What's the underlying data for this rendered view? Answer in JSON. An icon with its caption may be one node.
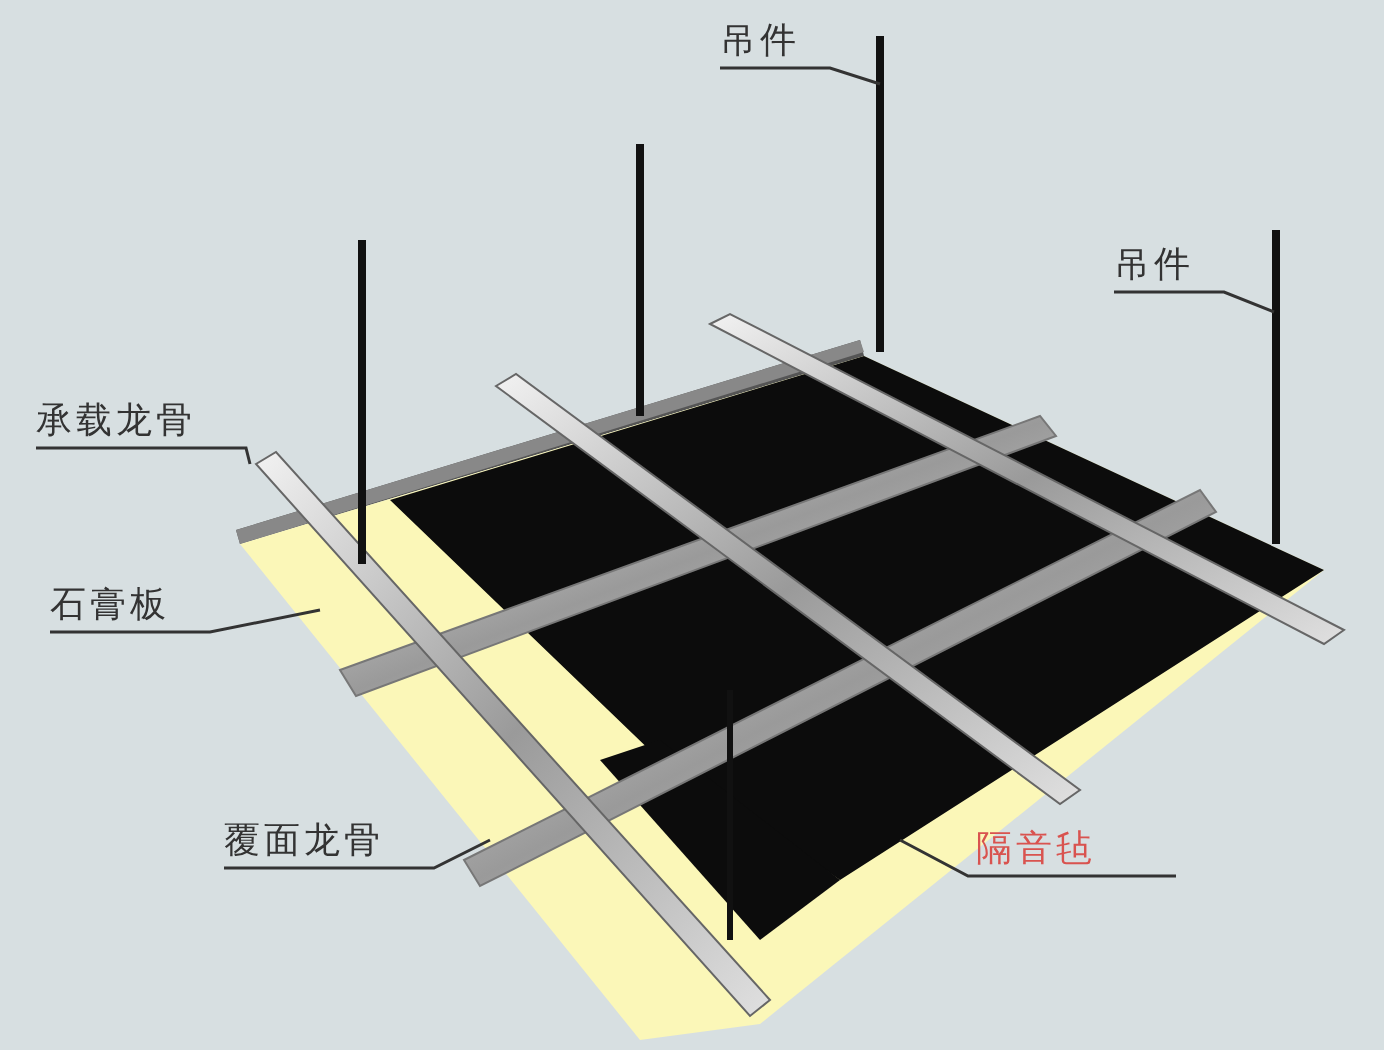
{
  "diagram": {
    "nodes": [
      {
        "text": [
          "吊件"
        ]
      },
      {
        "text": [
          "吊件"
        ]
      },
      {
        "text": [
          "承载龙骨"
        ]
      },
      {
        "text": [
          "石膏板"
        ]
      },
      {
        "text": [
          "覆面龙骨"
        ]
      },
      {
        "text": [
          "隔音毡"
        ]
      }
    ],
    "edges": [
      {
        "from": 0,
        "to": null,
        "arrow": "none"
      },
      {
        "from": 1,
        "to": null,
        "arrow": "none"
      },
      {
        "from": 2,
        "to": null,
        "arrow": "none"
      },
      {
        "from": 3,
        "to": null,
        "arrow": "none"
      },
      {
        "from": 4,
        "to": null,
        "arrow": "none"
      },
      {
        "from": 5,
        "to": null,
        "arrow": "none"
      }
    ]
  }
}
